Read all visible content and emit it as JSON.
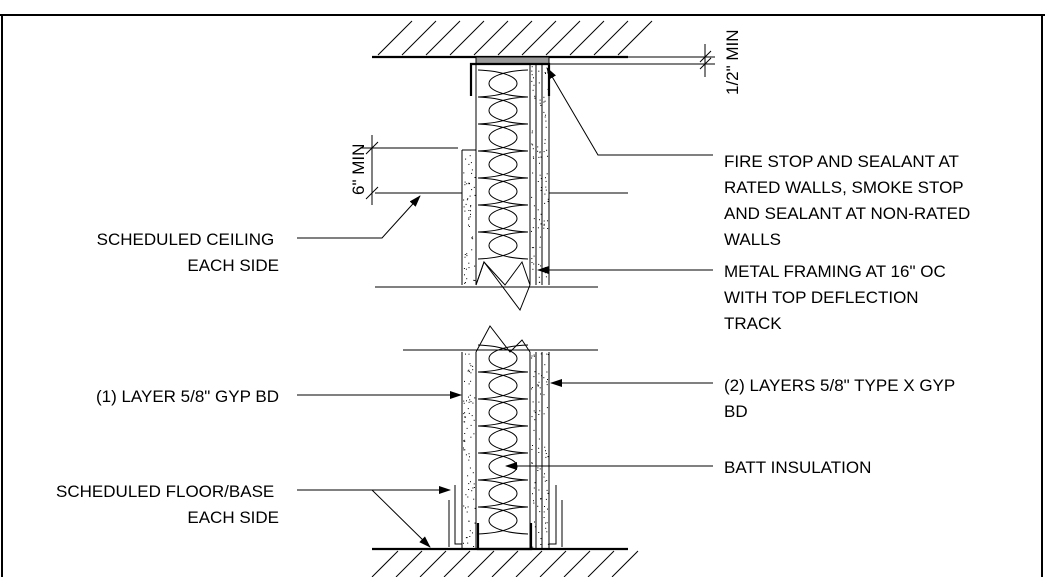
{
  "notes": {
    "fire_stop": [
      "FIRE STOP AND SEALANT AT",
      "RATED WALLS, SMOKE STOP",
      "AND SEALANT AT NON-RATED",
      "WALLS"
    ],
    "metal_framing": [
      "METAL FRAMING AT 16\" OC",
      "WITH TOP DEFLECTION",
      "TRACK"
    ],
    "type_x_gyp": [
      "(2) LAYERS 5/8\" TYPE X GYP",
      "BD"
    ],
    "batt_insulation": [
      "BATT INSULATION"
    ],
    "scheduled_ceiling": [
      "SCHEDULED CEILING",
      "EACH SIDE"
    ],
    "gyp_bd": [
      "(1) LAYER 5/8\" GYP BD"
    ],
    "scheduled_floor": [
      "SCHEDULED FLOOR/BASE",
      "EACH SIDE"
    ]
  },
  "dimensions": {
    "half_inch_min": "1/2\" MIN",
    "six_inch_min": "6\" MIN"
  },
  "colors": {
    "line": "#000000",
    "background": "#ffffff",
    "fire_stop_fill": "#9a9a9a"
  }
}
